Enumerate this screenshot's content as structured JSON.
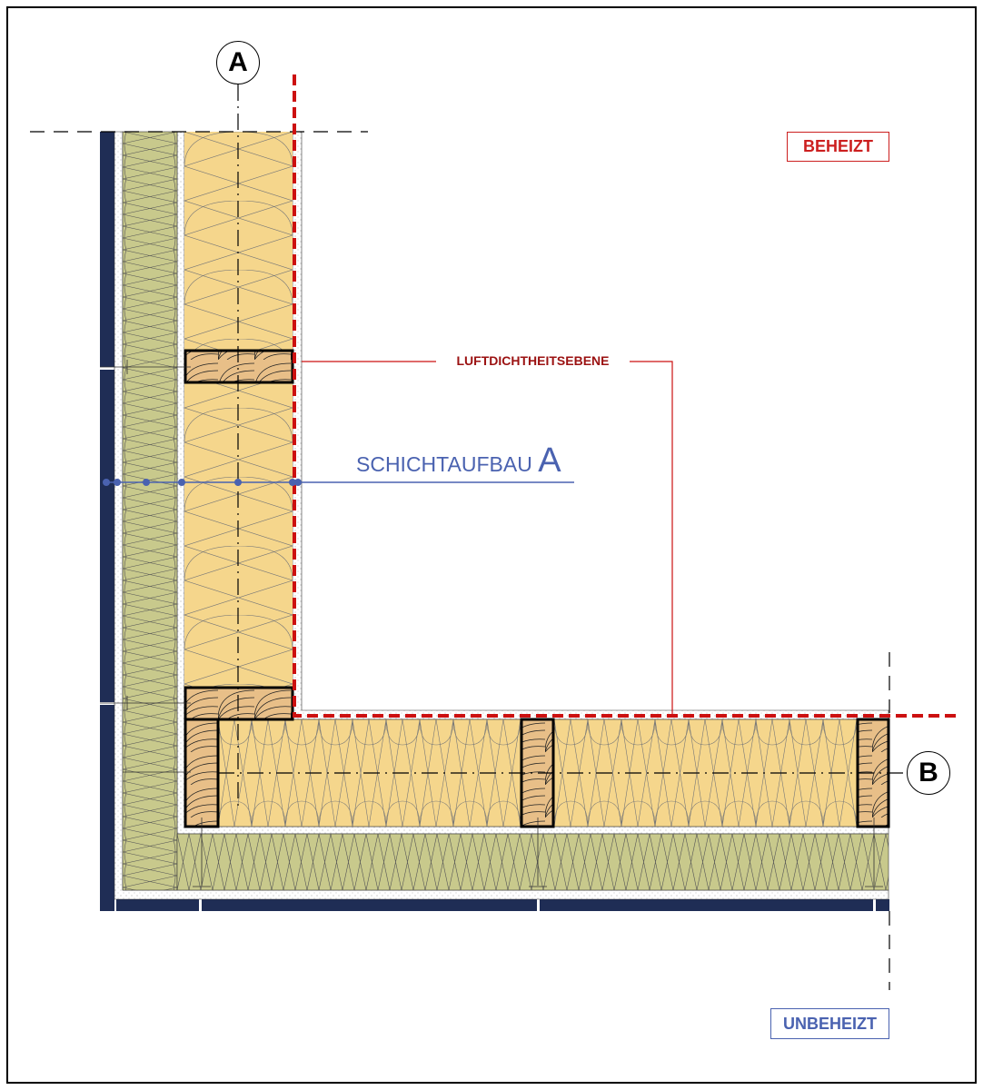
{
  "labels": {
    "heated": "BEHEIZT",
    "unheated": "UNBEHEIZT",
    "airtight_layer": "LUFTDICHTHEITSEBENE",
    "layer_build_up": "SCHICHTAUFBAU",
    "layer_build_up_ref": "A"
  },
  "axes": {
    "a": "A",
    "b": "B"
  },
  "colors": {
    "cladding": "#1f2d55",
    "outer_insulation": "#c8c98c",
    "inner_insulation": "#f5d68c",
    "timber": "#e8bf88",
    "airtight_line": "#cc1010",
    "annotation_blue": "#4a62b0"
  }
}
